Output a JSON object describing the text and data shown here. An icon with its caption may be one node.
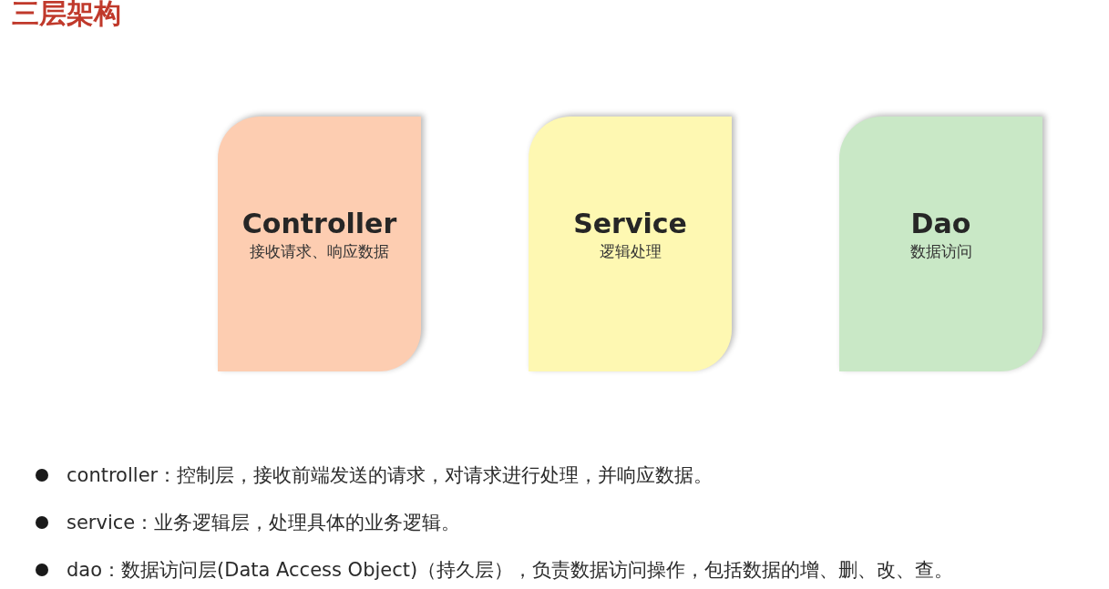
{
  "diagram": {
    "title": "三层架构",
    "nodes": [
      {
        "text": [
          "Controller",
          "接收请求、响应数据"
        ]
      },
      {
        "text": [
          "Service",
          "逻辑处理"
        ]
      },
      {
        "text": [
          "Dao",
          "数据访问"
        ]
      }
    ],
    "labels": [
      "controller：控制层，接收前端发送的请求，对请求进行处理，并响应数据。",
      "service：业务逻辑层，处理具体的业务逻辑。",
      "dao：数据访问层(Data Access Object)（持久层），负责数据访问操作，包括数据的增、删、改、查。"
    ]
  }
}
